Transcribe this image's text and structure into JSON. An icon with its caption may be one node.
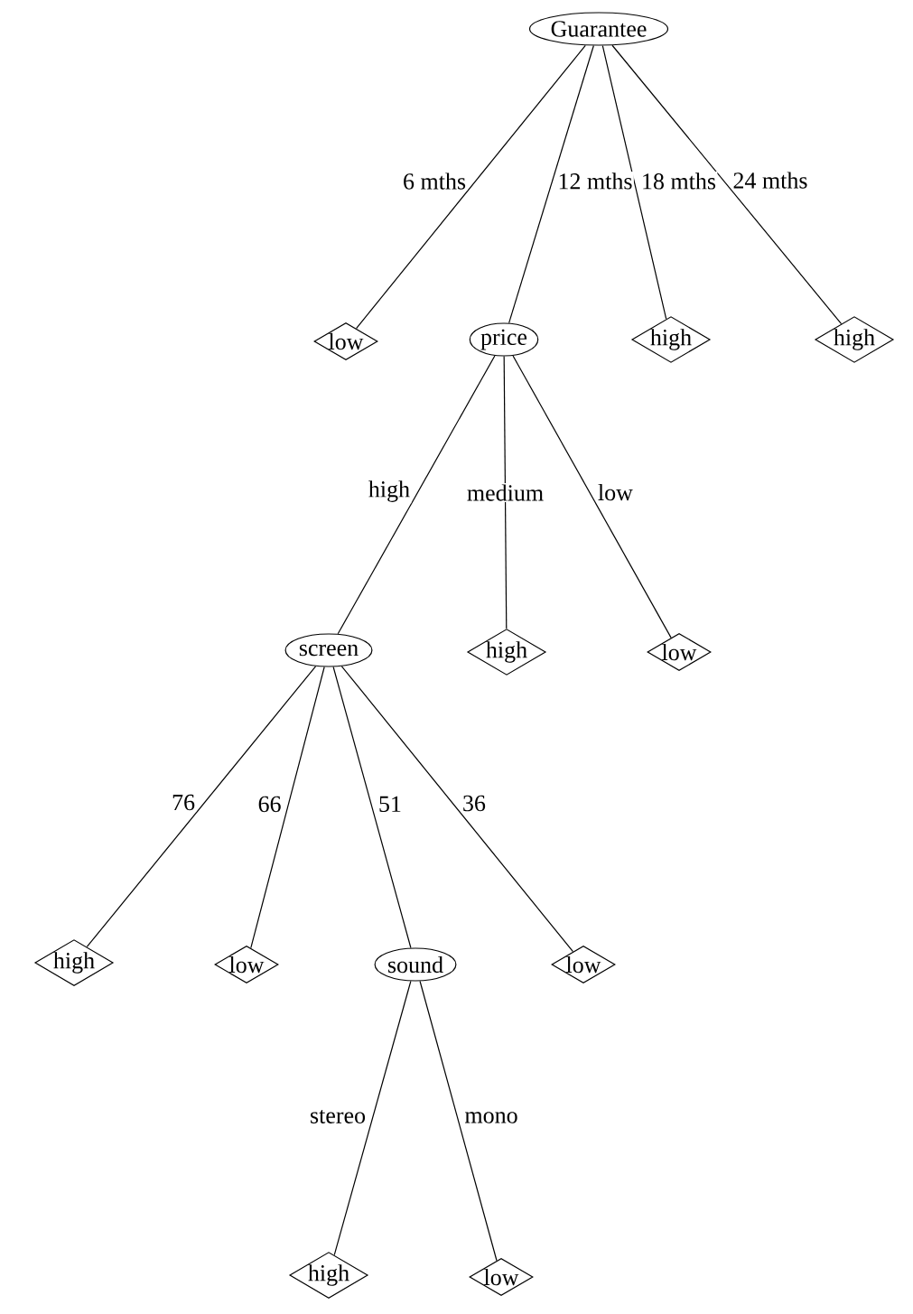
{
  "diagram": {
    "nodes": [
      {
        "text": [
          "Guarantee"
        ]
      },
      {
        "text": [
          "low"
        ]
      },
      {
        "text": [
          "price"
        ]
      },
      {
        "text": [
          "high"
        ]
      },
      {
        "text": [
          "high"
        ]
      },
      {
        "text": [
          "screen"
        ]
      },
      {
        "text": [
          "high"
        ]
      },
      {
        "text": [
          "low"
        ]
      },
      {
        "text": [
          "high"
        ]
      },
      {
        "text": [
          "low"
        ]
      },
      {
        "text": [
          "sound"
        ]
      },
      {
        "text": [
          "low"
        ]
      },
      {
        "text": [
          "high"
        ]
      },
      {
        "text": [
          "low"
        ]
      }
    ],
    "edges": [
      {
        "from": 0,
        "to": 1,
        "arrow": "none",
        "label": "6 mths"
      },
      {
        "from": 0,
        "to": 2,
        "arrow": "none",
        "label": "12 mths"
      },
      {
        "from": 0,
        "to": 3,
        "arrow": "none",
        "label": "18 mths"
      },
      {
        "from": 0,
        "to": 4,
        "arrow": "none",
        "label": "24 mths"
      },
      {
        "from": 2,
        "to": 5,
        "arrow": "none",
        "label": "high"
      },
      {
        "from": 2,
        "to": 6,
        "arrow": "none",
        "label": "medium"
      },
      {
        "from": 2,
        "to": 7,
        "arrow": "none",
        "label": "low"
      },
      {
        "from": 5,
        "to": 8,
        "arrow": "none",
        "label": "76"
      },
      {
        "from": 5,
        "to": 9,
        "arrow": "none",
        "label": "66"
      },
      {
        "from": 5,
        "to": 10,
        "arrow": "none",
        "label": "51"
      },
      {
        "from": 5,
        "to": 11,
        "arrow": "none",
        "label": "36"
      },
      {
        "from": 10,
        "to": 12,
        "arrow": "none",
        "label": "stereo"
      },
      {
        "from": 10,
        "to": 13,
        "arrow": "none",
        "label": "mono"
      }
    ]
  }
}
